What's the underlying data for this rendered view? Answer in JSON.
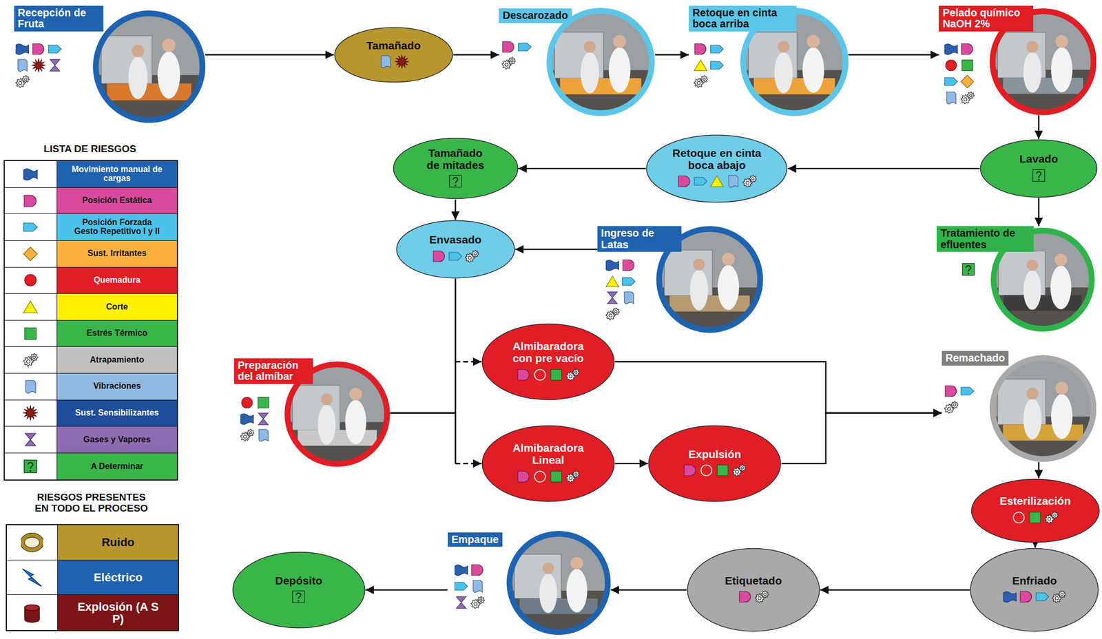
{
  "diagram": {
    "nodes": [
      {
        "text": [
          "Recepción de Fruta"
        ]
      },
      {
        "text": [
          "Tamañado"
        ]
      },
      {
        "text": [
          "Descarozado"
        ]
      },
      {
        "text": [
          "Retoque en cinta boca arriba"
        ]
      },
      {
        "text": [
          "Pelado químico NaOH 2%"
        ]
      },
      {
        "text": [
          "Tamañado de mitades"
        ]
      },
      {
        "text": [
          "Retoque en cinta boca abajo"
        ]
      },
      {
        "text": [
          "Lavado"
        ]
      },
      {
        "text": [
          "Envasado"
        ]
      },
      {
        "text": [
          "Ingreso de Latas"
        ]
      },
      {
        "text": [
          "Tratamiento de efluentes"
        ]
      },
      {
        "text": [
          "Almibaradora con pre vacío"
        ]
      },
      {
        "text": [
          "Preparación del almíbar"
        ]
      },
      {
        "text": [
          "Remachado"
        ]
      },
      {
        "text": [
          "Almibaradora Lineal"
        ]
      },
      {
        "text": [
          "Expulsión"
        ]
      },
      {
        "text": [
          "Esterilización"
        ]
      },
      {
        "text": [
          "Depósito"
        ]
      },
      {
        "text": [
          "Empaque"
        ]
      },
      {
        "text": [
          "Etiquetado"
        ]
      },
      {
        "text": [
          "Enfriado"
        ]
      }
    ],
    "edges": [
      {
        "from": 0,
        "to": 1,
        "arrow": "to"
      },
      {
        "from": 1,
        "to": 2,
        "arrow": "to"
      },
      {
        "from": 2,
        "to": 3,
        "arrow": "to"
      },
      {
        "from": 3,
        "to": 4,
        "arrow": "to"
      },
      {
        "from": 4,
        "to": 7,
        "arrow": "to"
      },
      {
        "from": 7,
        "to": 6,
        "arrow": "to"
      },
      {
        "from": 6,
        "to": 5,
        "arrow": "to"
      },
      {
        "from": 7,
        "to": 10,
        "arrow": "to"
      },
      {
        "from": 5,
        "to": 8,
        "arrow": "to"
      },
      {
        "from": 9,
        "to": 8,
        "arrow": "to"
      },
      {
        "from": 8,
        "to": 11,
        "arrow": "none"
      },
      {
        "from": 8,
        "to": 14,
        "arrow": "none"
      },
      {
        "from": 12,
        "to": 11,
        "arrow": "to"
      },
      {
        "from": 12,
        "to": 14,
        "arrow": "to"
      },
      {
        "from": 11,
        "to": 13,
        "arrow": "to"
      },
      {
        "from": 14,
        "to": 15,
        "arrow": "to"
      },
      {
        "from": 15,
        "to": 13,
        "arrow": "to"
      },
      {
        "from": 13,
        "to": 16,
        "arrow": "to"
      },
      {
        "from": 16,
        "to": 20,
        "arrow": "to"
      },
      {
        "from": 20,
        "to": 19,
        "arrow": "to"
      },
      {
        "from": 19,
        "to": 18,
        "arrow": "to"
      },
      {
        "from": 18,
        "to": 17,
        "arrow": "to"
      }
    ],
    "labels": [
      "LISTA DE RIESGOS",
      "RIESGOS PRESENTES EN TODO EL PROCESO"
    ],
    "legend": [
      {
        "text": "Movimiento manual de cargas",
        "color": "#1f63b0"
      },
      {
        "text": "Posición Estática",
        "color": "#d94a9c"
      },
      {
        "text": "Posición Forzada Gesto Repetitivo I y II",
        "color": "#4cc2ea"
      },
      {
        "text": "Sust. Irritantes",
        "color": "#fbb040"
      },
      {
        "text": "Quemadura",
        "color": "#e11d25"
      },
      {
        "text": "Corte",
        "color": "#fff200"
      },
      {
        "text": "Estrés Térmico",
        "color": "#39b54a"
      },
      {
        "text": "Atrapamiento",
        "color": "#c0c0c0"
      },
      {
        "text": "Vibraciones",
        "color": "#8fb8e2"
      },
      {
        "text": "Sust. Sensibilizantes",
        "color": "#1f4e9c"
      },
      {
        "text": "Gases y Vapores",
        "color": "#8e6bb0"
      },
      {
        "text": "A Determinar",
        "color": "#39b54a"
      },
      {
        "text": "Ruido",
        "color": "#b8962e"
      },
      {
        "text": "Eléctrico",
        "color": "#1f63b0"
      },
      {
        "text": "Explosión (A S P)",
        "color": "#7b1416"
      }
    ]
  }
}
